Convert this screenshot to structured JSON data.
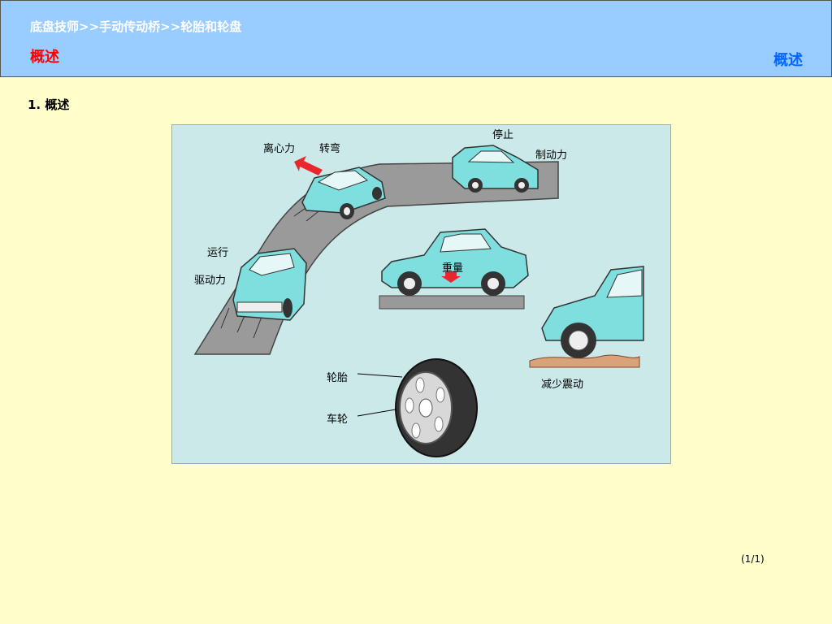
{
  "header": {
    "breadcrumb": "底盘技师>>手动传动桥>>轮胎和轮盘",
    "title": "概述",
    "title_right": "概述"
  },
  "section": {
    "heading": "1.  概述"
  },
  "figure": {
    "labels": {
      "centrifugal": "离心力",
      "turning": "转弯",
      "stop": "停止",
      "braking": "制动力",
      "running": "运行",
      "driving": "驱动力",
      "weight": "重量",
      "tire": "轮胎",
      "wheel": "车轮",
      "vibration": "减少震动"
    }
  },
  "footer": {
    "page": "(1/1)"
  },
  "colors": {
    "header_bg": "#99ccff",
    "page_bg": "#ffffcc",
    "title_red": "#ff0000",
    "title_blue": "#0066ff",
    "car": "#7fdede",
    "road": "#999999"
  }
}
